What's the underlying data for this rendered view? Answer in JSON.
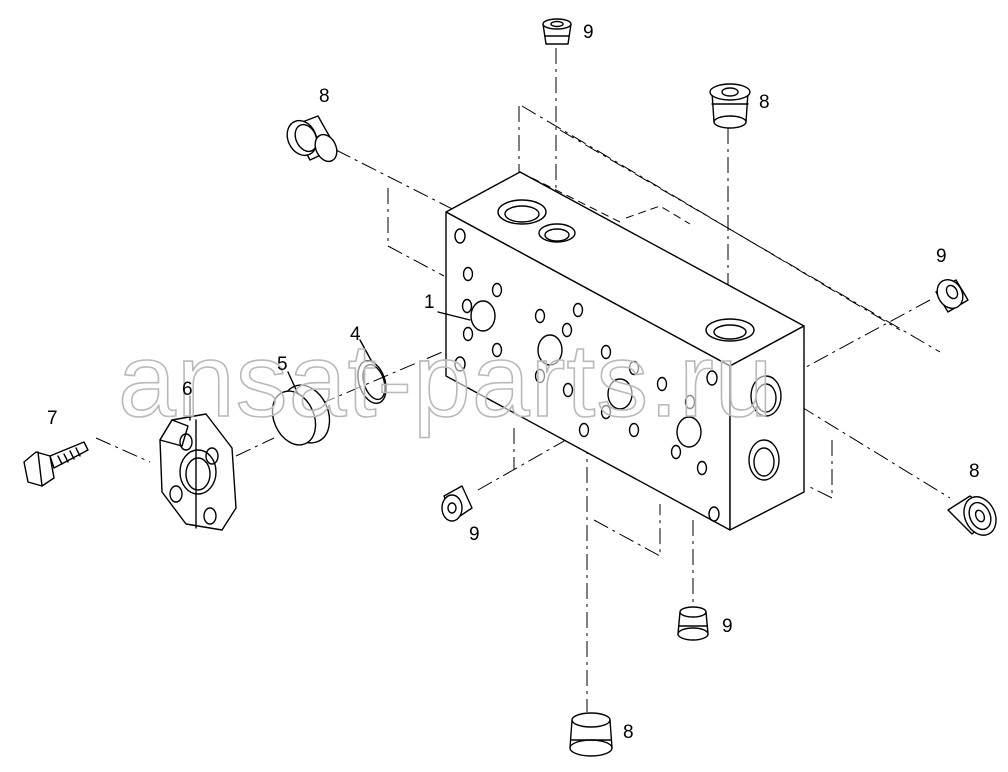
{
  "diagram": {
    "callouts": {
      "block": "1",
      "oring": "4",
      "plug_cover": "5",
      "flange": "6",
      "bolt": "7",
      "plug_8_top_left": "8",
      "plug_8_top_right": "8",
      "plug_8_right": "8",
      "plug_8_bottom": "8",
      "plug_9_top": "9",
      "plug_9_right": "9",
      "plug_9_left": "9",
      "plug_9_bottom": "9"
    },
    "watermark": "ansat-parts.ru"
  }
}
